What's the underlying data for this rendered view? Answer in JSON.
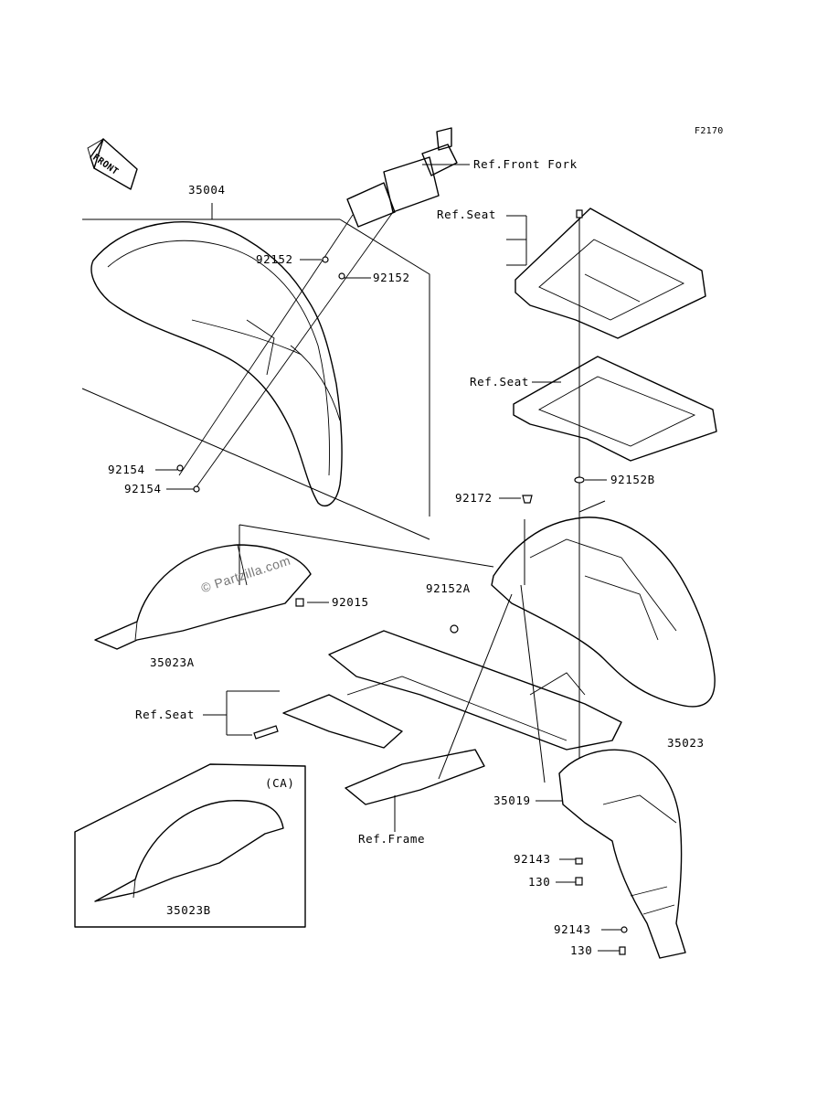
{
  "figure_code": "F2170",
  "direction_label": "FRONT",
  "watermark": "© Partzilla.com",
  "callouts": {
    "ref_front_fork": "Ref.Front Fork",
    "p35004": "35004",
    "p92152_a": "92152",
    "p92152_b": "92152",
    "ref_seat_top": "Ref.Seat",
    "ref_seat_mid": "Ref.Seat",
    "p92154_a": "92154",
    "p92154_b": "92154",
    "p92152B": "92152B",
    "p92172": "92172",
    "p92015": "92015",
    "p92152A": "92152A",
    "p35023A": "35023A",
    "ref_seat_left": "Ref.Seat",
    "p35023": "35023",
    "p35019": "35019",
    "ref_frame": "Ref.Frame",
    "p92143_a": "92143",
    "p130_a": "130",
    "p92143_b": "92143",
    "p130_b": "130",
    "ca": "(CA)",
    "p35023B": "35023B"
  }
}
